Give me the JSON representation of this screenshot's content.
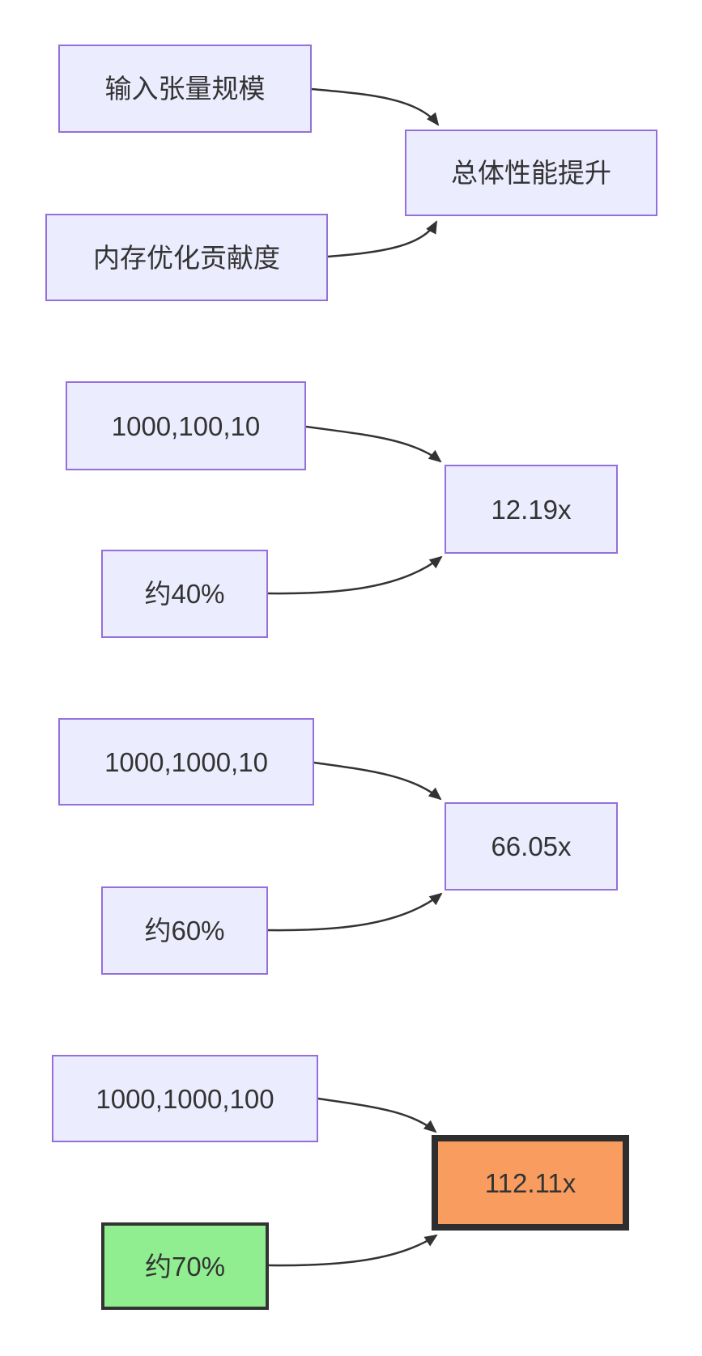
{
  "diagram": {
    "type": "flowchart",
    "nodes": {
      "input_scale": {
        "label": "输入张量规模"
      },
      "overall": {
        "label": "总体性能提升"
      },
      "memory": {
        "label": "内存优化贡献度"
      },
      "case1": {
        "size": "1000,100,10",
        "memory": "约40%",
        "speedup": "12.19x"
      },
      "case2": {
        "size": "1000,1000,10",
        "memory": "约60%",
        "speedup": "66.05x"
      },
      "case3": {
        "size": "1000,1000,100",
        "memory": "约70%",
        "speedup": "112.11x"
      }
    },
    "edges": [
      {
        "from": "输入张量规模",
        "to": "总体性能提升"
      },
      {
        "from": "内存优化贡献度",
        "to": "总体性能提升"
      },
      {
        "from": "1000,100,10",
        "to": "12.19x"
      },
      {
        "from": "约40%",
        "to": "12.19x"
      },
      {
        "from": "1000,1000,10",
        "to": "66.05x"
      },
      {
        "from": "约60%",
        "to": "66.05x"
      },
      {
        "from": "1000,1000,100",
        "to": "112.11x"
      },
      {
        "from": "约70%",
        "to": "112.11x"
      }
    ],
    "colors": {
      "node_fill": "#ECECFF",
      "node_border": "#9370DB",
      "green_fill": "#90EE90",
      "orange_fill": "#F89C5F",
      "dark_border": "#2E2E2E",
      "edge_stroke": "#333333",
      "text": "#333333",
      "background": "#FFFFFF"
    }
  }
}
